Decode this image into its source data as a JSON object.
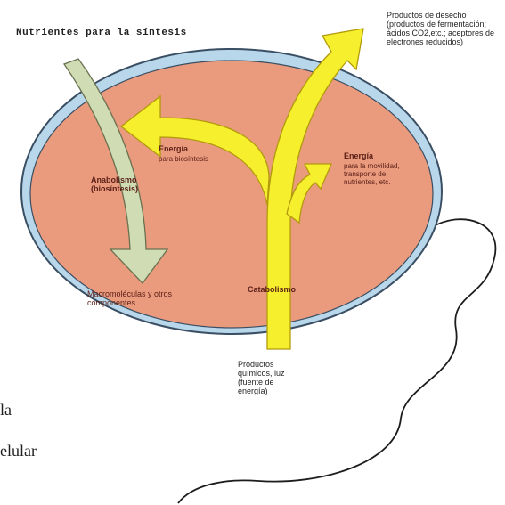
{
  "diagram": {
    "top_title": "Nutrientes para la síntesis",
    "waste_label": "Productos de desecho (productos de fermentación; ácidos CO2,etc.; aceptores de electrones reducidos)",
    "energy_left_title": "Energía",
    "energy_left_sub": "para biosíntesis",
    "anabolism_title": "Anabolismo (biosíntesis)",
    "energy_right_title": "Energía",
    "energy_right_sub": "para la movilidad, transporte de nutrientes, etc.",
    "macromolecules_label": "Macromoléculas y otros componentes",
    "catabolism_label": "Catabolismo",
    "inputs_label": "Productos químicos, luz (fuente de energía)",
    "frag_la": "la",
    "frag_celular": "elular"
  },
  "colors": {
    "cell_fill": "#ea9a7d",
    "membrane": "#b9d7ea",
    "membrane_border": "#3a4f63",
    "yellow_arrow": "#f6ef2e",
    "green_arrow": "#cfdcb4",
    "line": "#1c1c1c"
  }
}
